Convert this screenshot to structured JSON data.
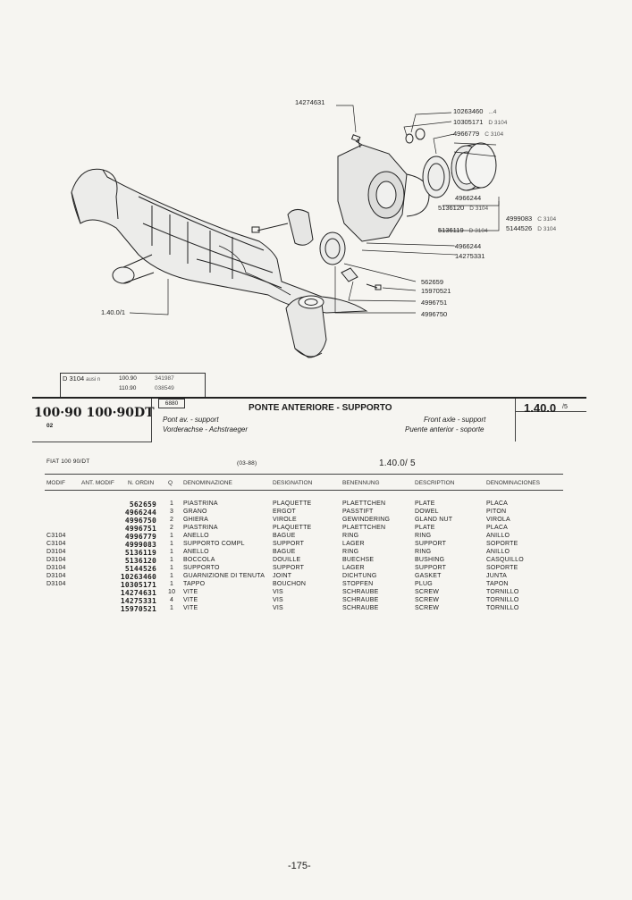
{
  "illustration": {
    "callouts": [
      {
        "part": "14274631",
        "code": ""
      },
      {
        "part": "10263460",
        "code": "...4"
      },
      {
        "part": "10305171",
        "code": "D 3104"
      },
      {
        "part": "4966779",
        "code": "C 3104"
      },
      {
        "part": "4966244",
        "code": ""
      },
      {
        "part": "5136120",
        "code": "D 3104"
      },
      {
        "part": "5136119",
        "code": "D 3104"
      },
      {
        "part": "4999083",
        "code": "C 3104"
      },
      {
        "part": "5144526",
        "code": "D 3104"
      },
      {
        "part": "4966244",
        "code": ""
      },
      {
        "part": "14275331",
        "code": ""
      },
      {
        "part": "562659",
        "code": ""
      },
      {
        "part": "15970521",
        "code": ""
      },
      {
        "part": "4996751",
        "code": ""
      },
      {
        "part": "4996750",
        "code": ""
      },
      {
        "part": "1.40.0/1",
        "code": ""
      }
    ]
  },
  "variant_box": {
    "code": "D 3104",
    "suffix": "ausi n",
    "rows": [
      {
        "model": "100.90",
        "serial": "341987"
      },
      {
        "model": "110.90",
        "serial": "038549"
      }
    ]
  },
  "header": {
    "models": "100·90 100·90DT",
    "models_sub": "02",
    "section_code": "6880",
    "title": "PONTE ANTERIORE - SUPPORTO",
    "fr": "Pont av. - support",
    "de": "Vorderachse - Achstraeger",
    "en": "Front axle - support",
    "es": "Puente anterior - soporte",
    "ref": "1.40.0",
    "ref_suffix": "/5"
  },
  "table_meta": {
    "fiat": "FIAT 100 90/DT",
    "date": "(03-88)",
    "ref": "1.40.0/ 5"
  },
  "columns": [
    "MODIF",
    "ANT. MODIF",
    "N. ORDIN",
    "Q",
    "DENOMINAZIONE",
    "DESIGNATION",
    "BENENNUNG",
    "DESCRIPTION",
    "DENOMINACIONES"
  ],
  "parts": [
    {
      "modif": "",
      "part": "562659",
      "qty": "1",
      "it": "PIASTRINA",
      "fr": "PLAQUETTE",
      "de": "PLAETTCHEN",
      "en": "PLATE",
      "es": "PLACA"
    },
    {
      "modif": "",
      "part": "4966244",
      "qty": "3",
      "it": "GRANO",
      "fr": "ERGOT",
      "de": "PASSTIFT",
      "en": "DOWEL",
      "es": "PITON"
    },
    {
      "modif": "",
      "part": "4996750",
      "qty": "2",
      "it": "GHIERA",
      "fr": "VIROLE",
      "de": "GEWINDERING",
      "en": "GLAND NUT",
      "es": "VIROLA"
    },
    {
      "modif": "",
      "part": "4996751",
      "qty": "2",
      "it": "PIASTRINA",
      "fr": "PLAQUETTE",
      "de": "PLAETTCHEN",
      "en": "PLATE",
      "es": "PLACA"
    },
    {
      "modif": "C3104",
      "part": "4996779",
      "qty": "1",
      "it": "ANELLO",
      "fr": "BAGUE",
      "de": "RING",
      "en": "RING",
      "es": "ANILLO"
    },
    {
      "modif": "C3104",
      "part": "4999083",
      "qty": "1",
      "it": "SUPPORTO COMPL",
      "fr": "SUPPORT",
      "de": "LAGER",
      "en": "SUPPORT",
      "es": "SOPORTE"
    },
    {
      "modif": "D3104",
      "part": "5136119",
      "qty": "1",
      "it": "ANELLO",
      "fr": "BAGUE",
      "de": "RING",
      "en": "RING",
      "es": "ANILLO"
    },
    {
      "modif": "D3104",
      "part": "5136120",
      "qty": "1",
      "it": "BOCCOLA",
      "fr": "DOUILLE",
      "de": "BUECHSE",
      "en": "BUSHING",
      "es": "CASQUILLO"
    },
    {
      "modif": "D3104",
      "part": "5144526",
      "qty": "1",
      "it": "SUPPORTO",
      "fr": "SUPPORT",
      "de": "LAGER",
      "en": "SUPPORT",
      "es": "SOPORTE"
    },
    {
      "modif": "D3104",
      "part": "10263460",
      "qty": "1",
      "it": "GUARNIZIONE DI TENUTA",
      "fr": "JOINT",
      "de": "DICHTUNG",
      "en": "GASKET",
      "es": "JUNTA"
    },
    {
      "modif": "D3104",
      "part": "10305171",
      "qty": "1",
      "it": "TAPPO",
      "fr": "BOUCHON",
      "de": "STOPFEN",
      "en": "PLUG",
      "es": "TAPON"
    },
    {
      "modif": "",
      "part": "14274631",
      "qty": "10",
      "it": "VITE",
      "fr": "VIS",
      "de": "SCHRAUBE",
      "en": "SCREW",
      "es": "TORNILLO"
    },
    {
      "modif": "",
      "part": "14275331",
      "qty": "4",
      "it": "VITE",
      "fr": "VIS",
      "de": "SCHRAUBE",
      "en": "SCREW",
      "es": "TORNILLO"
    },
    {
      "modif": "",
      "part": "15970521",
      "qty": "1",
      "it": "VITE",
      "fr": "VIS",
      "de": "SCHRAUBE",
      "en": "SCREW",
      "es": "TORNILLO"
    }
  ],
  "page_number": "-175-"
}
